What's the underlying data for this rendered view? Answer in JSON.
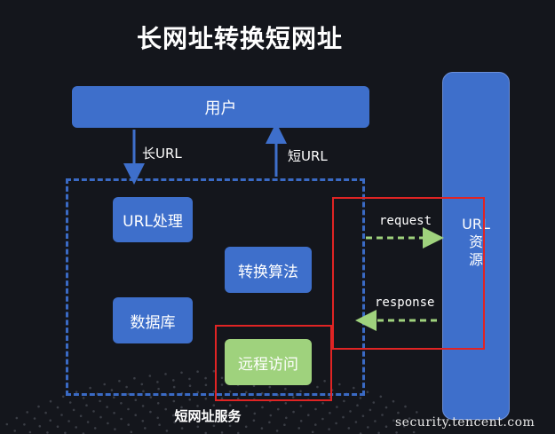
{
  "title": "长网址转换短网址",
  "nodes": {
    "user": "用户",
    "url_processing": "URL处理",
    "conversion_algorithm": "转换算法",
    "database": "数据库",
    "remote_access": "远程访问",
    "url_resource_line1": "URL",
    "url_resource_line2": "资",
    "url_resource_line3": "源"
  },
  "edges": {
    "long_url": "长URL",
    "short_url": "短URL",
    "request": "request",
    "response": "response"
  },
  "service_group_label": "短网址服务",
  "watermark": "security.tencent.com",
  "colors": {
    "background": "#14161c",
    "box_blue": "#3e6fcb",
    "box_green": "#9fd27d",
    "dashed_arrow_green": "#9fd27d",
    "highlight_red": "#e02424"
  }
}
